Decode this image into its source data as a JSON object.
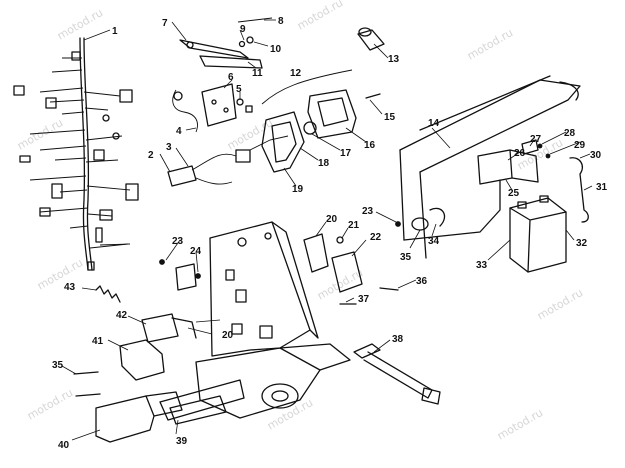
{
  "watermark": "motod.ru",
  "callouts": [
    {
      "id": "c1",
      "label": "1"
    },
    {
      "id": "c2",
      "label": "2"
    },
    {
      "id": "c3",
      "label": "3"
    },
    {
      "id": "c4",
      "label": "4"
    },
    {
      "id": "c5",
      "label": "5"
    },
    {
      "id": "c6",
      "label": "6"
    },
    {
      "id": "c7",
      "label": "7"
    },
    {
      "id": "c8",
      "label": "8"
    },
    {
      "id": "c9",
      "label": "9"
    },
    {
      "id": "c10",
      "label": "10"
    },
    {
      "id": "c11",
      "label": "11"
    },
    {
      "id": "c12",
      "label": "12"
    },
    {
      "id": "c13",
      "label": "13"
    },
    {
      "id": "c14",
      "label": "14"
    },
    {
      "id": "c15",
      "label": "15"
    },
    {
      "id": "c16",
      "label": "16"
    },
    {
      "id": "c17",
      "label": "17"
    },
    {
      "id": "c18",
      "label": "18"
    },
    {
      "id": "c19",
      "label": "19"
    },
    {
      "id": "c20a",
      "label": "20"
    },
    {
      "id": "c20b",
      "label": "20"
    },
    {
      "id": "c21",
      "label": "21"
    },
    {
      "id": "c22",
      "label": "22"
    },
    {
      "id": "c23a",
      "label": "23"
    },
    {
      "id": "c23b",
      "label": "23"
    },
    {
      "id": "c24",
      "label": "24"
    },
    {
      "id": "c25",
      "label": "25"
    },
    {
      "id": "c26",
      "label": "26"
    },
    {
      "id": "c27",
      "label": "27"
    },
    {
      "id": "c28",
      "label": "28"
    },
    {
      "id": "c29",
      "label": "29"
    },
    {
      "id": "c30",
      "label": "30"
    },
    {
      "id": "c31",
      "label": "31"
    },
    {
      "id": "c32",
      "label": "32"
    },
    {
      "id": "c33",
      "label": "33"
    },
    {
      "id": "c34",
      "label": "34"
    },
    {
      "id": "c35a",
      "label": "35"
    },
    {
      "id": "c35b",
      "label": "35"
    },
    {
      "id": "c36",
      "label": "36"
    },
    {
      "id": "c37",
      "label": "37"
    },
    {
      "id": "c38",
      "label": "38"
    },
    {
      "id": "c39",
      "label": "39"
    },
    {
      "id": "c40",
      "label": "40"
    },
    {
      "id": "c41",
      "label": "41"
    },
    {
      "id": "c42",
      "label": "42"
    },
    {
      "id": "c43",
      "label": "43"
    }
  ]
}
